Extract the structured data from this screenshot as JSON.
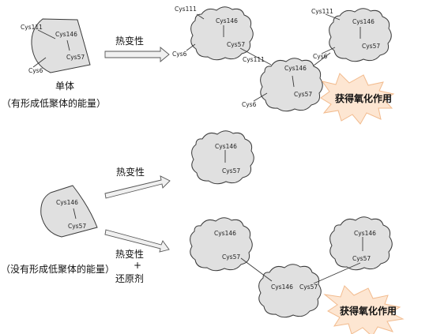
{
  "labels": {
    "cys111": "Cys111",
    "cys146": "Cys146",
    "cys57": "Cys57",
    "cys6": "Cys6",
    "monomer": "单体",
    "top_note": "（有形成低聚体的能量）",
    "bottom_note": "（没有形成低聚体的能量）",
    "heat": "热变性",
    "plus": "+",
    "reducing_agent": "还原剂",
    "oxidation": "获得氧化作用"
  },
  "colors": {
    "protein_fill": "#e0e0e0",
    "outline": "#3a3a3a",
    "burst_fill": "#fde6d2",
    "burst_stroke": "#f2bb8e"
  }
}
